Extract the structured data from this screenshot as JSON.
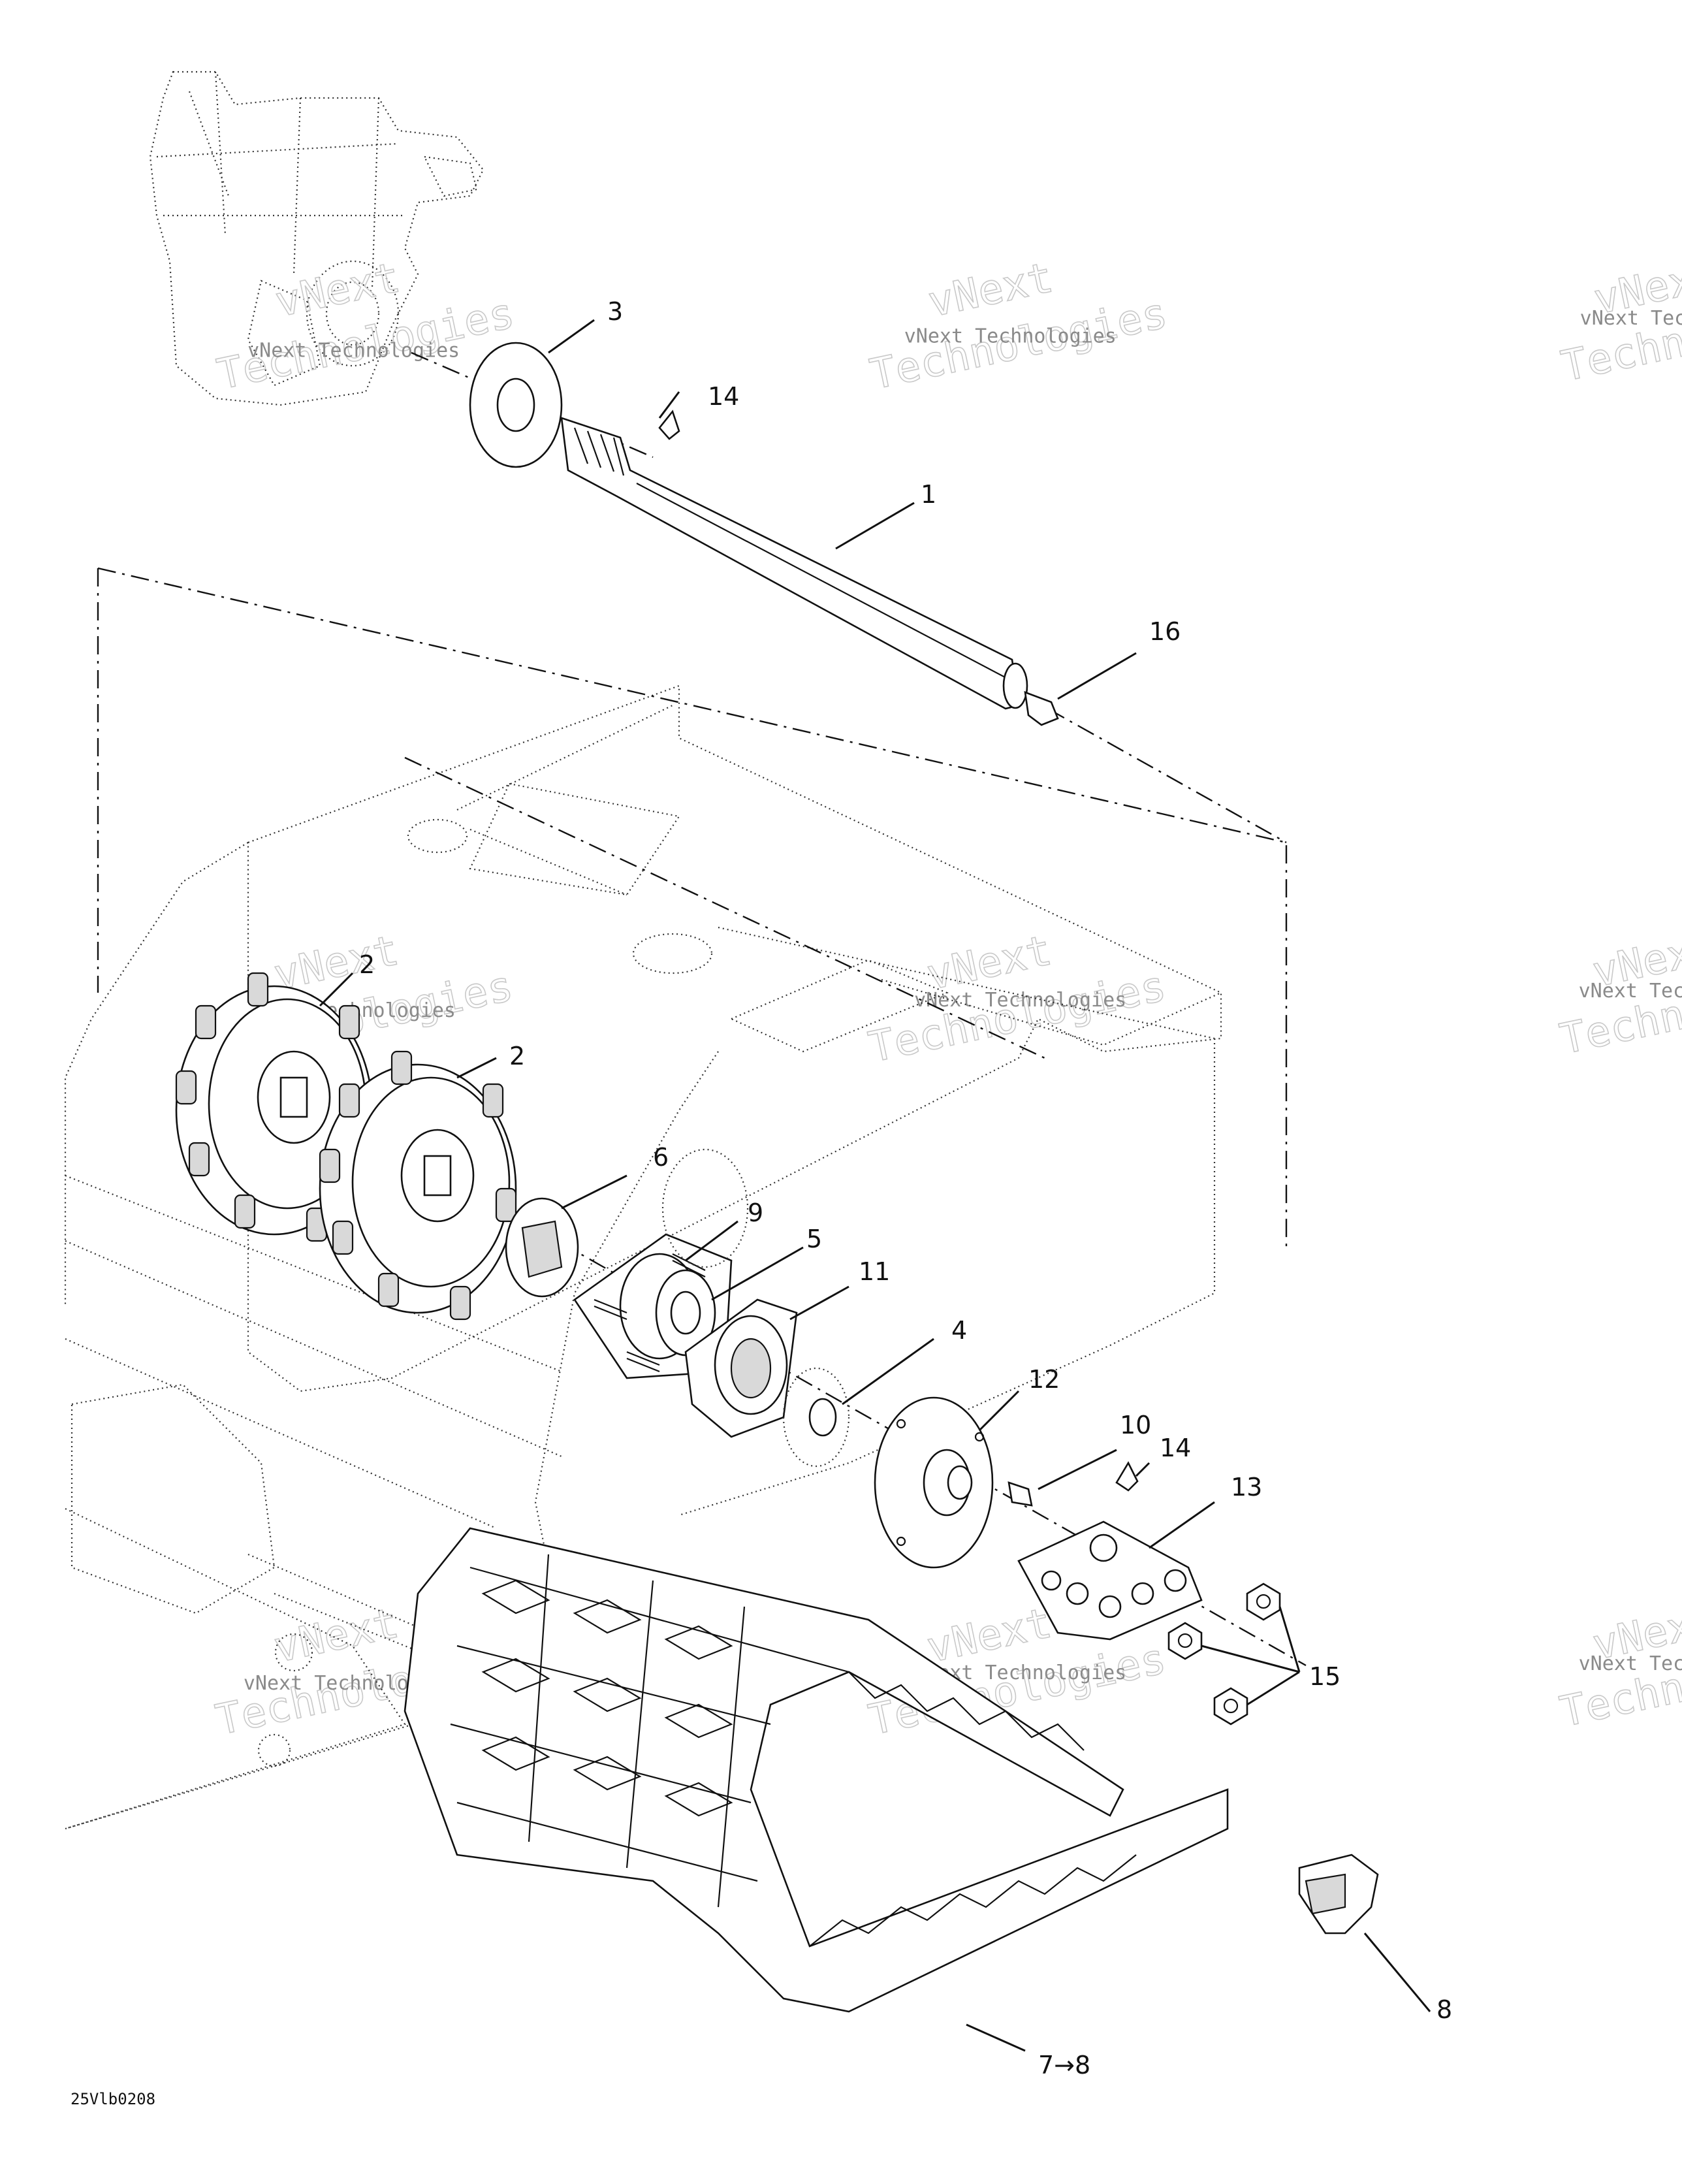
{
  "diagram": {
    "callouts": [
      {
        "id": "c1",
        "text": "1"
      },
      {
        "id": "c2a",
        "text": "2"
      },
      {
        "id": "c2b",
        "text": "2"
      },
      {
        "id": "c3",
        "text": "3"
      },
      {
        "id": "c4",
        "text": "4"
      },
      {
        "id": "c5",
        "text": "5"
      },
      {
        "id": "c6",
        "text": "6"
      },
      {
        "id": "c78",
        "text": "7→8"
      },
      {
        "id": "c8",
        "text": "8"
      },
      {
        "id": "c9",
        "text": "9"
      },
      {
        "id": "c10",
        "text": "10"
      },
      {
        "id": "c11",
        "text": "11"
      },
      {
        "id": "c12",
        "text": "12"
      },
      {
        "id": "c13",
        "text": "13"
      },
      {
        "id": "c14a",
        "text": "14"
      },
      {
        "id": "c14b",
        "text": "14"
      },
      {
        "id": "c15",
        "text": "15"
      },
      {
        "id": "c16",
        "text": "16"
      }
    ],
    "watermark_line1": "vNext",
    "watermark_line2": "Technologies",
    "watermark_caption": "vNext Technologies",
    "figure_code": "25Vlb0208"
  }
}
